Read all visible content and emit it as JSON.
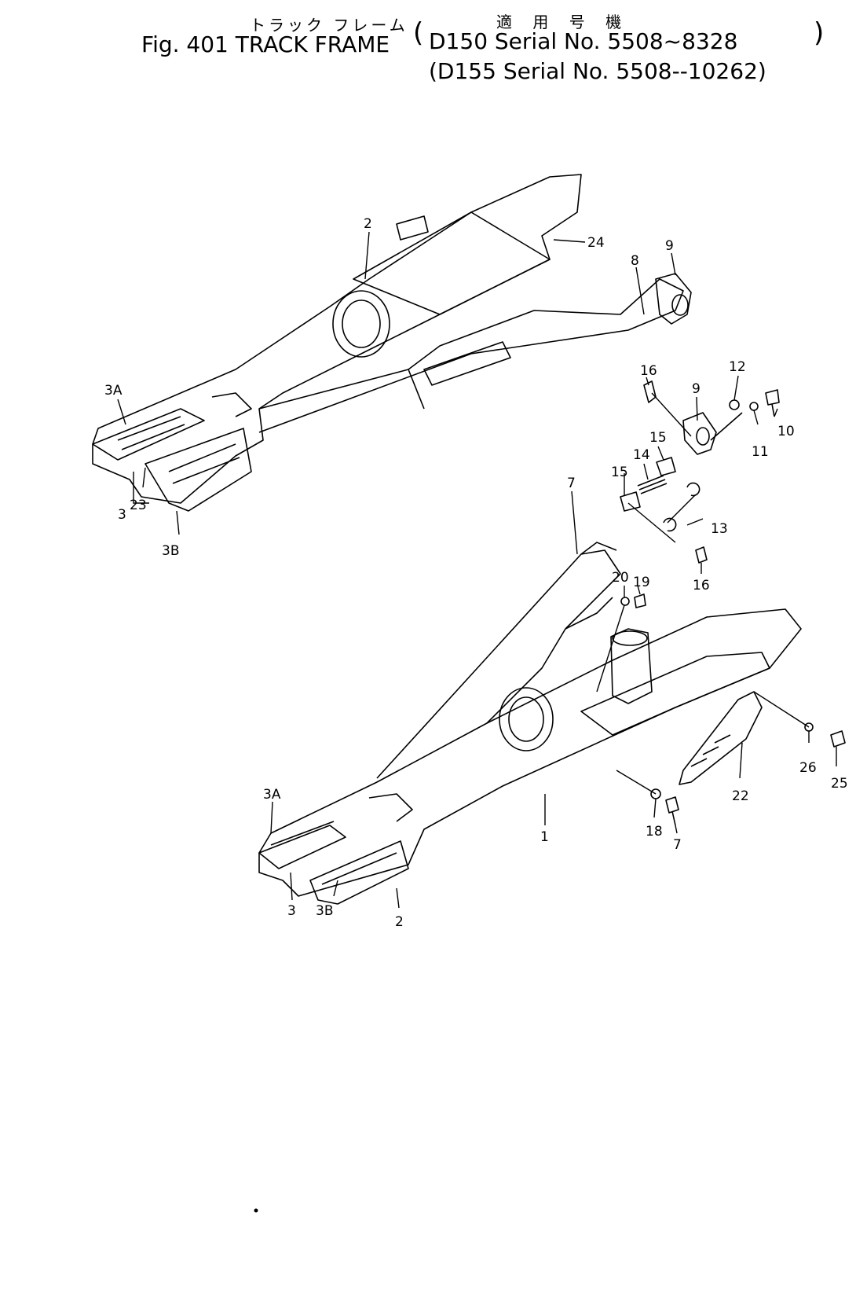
{
  "header": {
    "jp_name": "トラック フレーム",
    "fig_title": "Fig. 401 TRACK FRAME",
    "jp_applicability": "適 用 号 機",
    "serial_d150": "D150 Serial No. 5508~8328",
    "serial_d155": "(D155 Serial No. 5508--10262)"
  },
  "parts": {
    "upper_frame_2": "2",
    "bracket_24": "24",
    "arm_8": "8",
    "cap_9": "9",
    "block_3a_upper": "3A",
    "rail_3_upper": "3",
    "bracket_23": "23",
    "block_3b_upper": "3B",
    "pin_16_upper": "16",
    "cap_9_exploded": "9",
    "washer_12": "12",
    "bolt_10": "10",
    "washer_11": "11",
    "clip_15_right": "15",
    "spring_14": "14",
    "clip_15_left": "15",
    "ring_13": "13",
    "pin_16_lower": "16",
    "arm_7": "7",
    "washer_20": "20",
    "bolt_19": "19",
    "lower_frame_1": "1",
    "block_3a_lower": "3A",
    "rail_3_lower": "3",
    "block_3b_lower": "3B",
    "guard_2_lower": "2",
    "washer_18": "18",
    "bolt_17": "7",
    "guard_22": "22",
    "washer_26": "26",
    "bolt_25": "25"
  }
}
